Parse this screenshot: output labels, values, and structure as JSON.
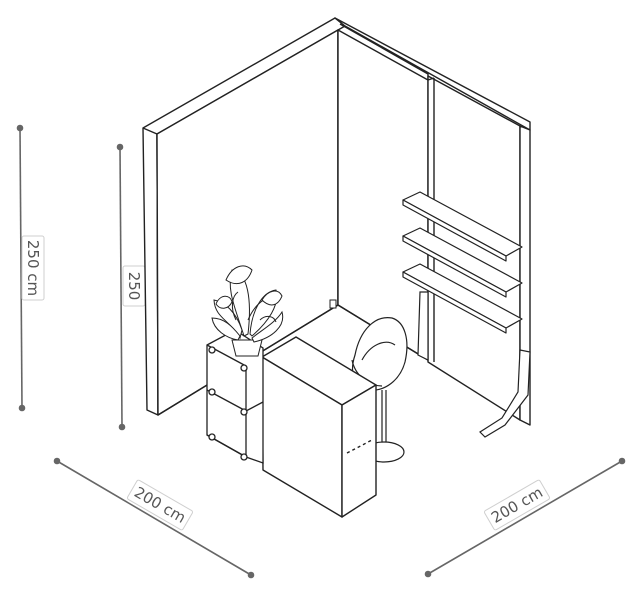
{
  "dimensions": {
    "height_outer": "250 cm",
    "height_inner": "250",
    "width_left": "200 cm",
    "width_right": "200 cm"
  },
  "colors": {
    "line": "#222222",
    "dimension_line": "#666666",
    "dimension_text": "#555555"
  },
  "icons": [
    "plant-icon",
    "chair-icon",
    "shelf-icon",
    "desk-icon"
  ]
}
